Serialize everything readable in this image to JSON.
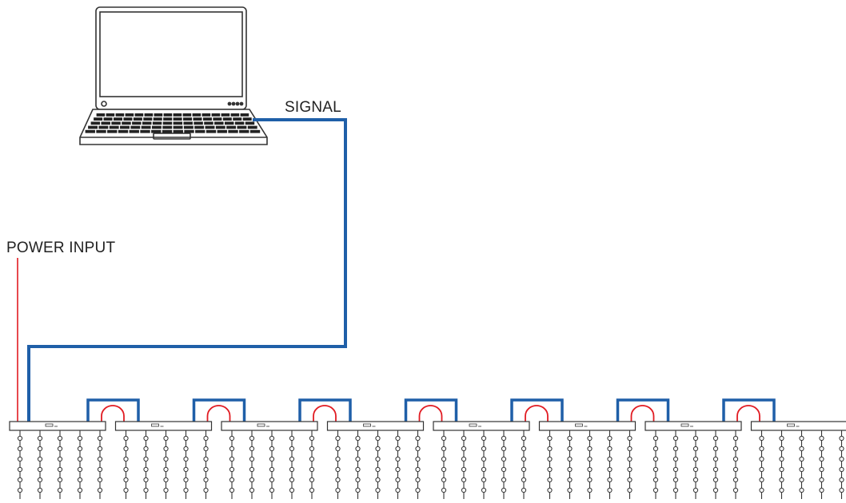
{
  "labels": {
    "signal": "SIGNAL",
    "power_input": "POWER INPUT"
  },
  "colors": {
    "signal_cable": "#1f5fa8",
    "power_cable": "#e11b22",
    "device_outline": "#333333"
  },
  "icons": {
    "computer": "laptop-icon",
    "controller": "led-controller-icon"
  },
  "diagram": {
    "controller_count": 8,
    "strings_per_controller": 5,
    "nodes_per_string": 6,
    "links_between_controllers": 7
  }
}
